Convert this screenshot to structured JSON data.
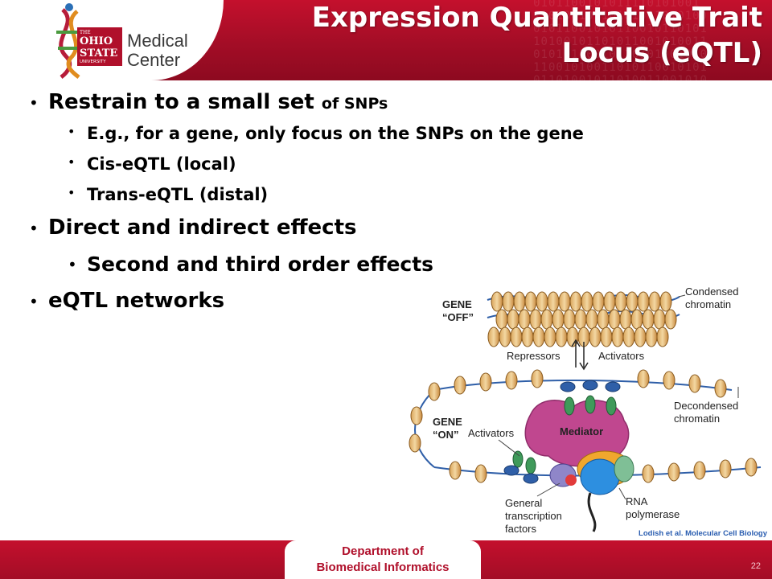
{
  "slide": {
    "title_line1": "Expression Quantitative Trait",
    "title_line2": "Locus (eQTL)",
    "page_number": "22"
  },
  "logo": {
    "the": "THE",
    "ohio": "OHIO",
    "state": "STATE",
    "university": "UNIVERSITY",
    "medical": "Medical",
    "center": "Center"
  },
  "bullets": {
    "b1_main": "Restrain to a small set ",
    "b1_small": "of SNPs",
    "b1_sub1": "E.g., for a gene, only focus on the SNPs on the gene",
    "b1_sub2": "Cis-eQTL (local)",
    "b1_sub3": "Trans-eQTL (distal)",
    "b2_main": "Direct and indirect effects",
    "b2_sub1": "Second and third order effects",
    "b3_main": "eQTL networks"
  },
  "figure": {
    "gene_off_1": "GENE",
    "gene_off_2": "“OFF”",
    "condensed_1": "Condensed",
    "condensed_2": "chromatin",
    "repressors": "Repressors",
    "activators_top": "Activators",
    "gene_on_1": "GENE",
    "gene_on_2": "“ON”",
    "activators_mid": "Activators",
    "mediator": "Mediator",
    "decondensed_1": "Decondensed",
    "decondensed_2": "chromatin",
    "general_1": "General",
    "general_2": "transcription",
    "general_3": "factors",
    "rna_1": "RNA",
    "rna_2": "polymerase",
    "credit": "Lodish et al. Molecular Cell Biology"
  },
  "footer": {
    "line1": "Department of",
    "line2": "Biomedical Informatics"
  },
  "colors": {
    "brand_red": "#b0102b",
    "credit_blue": "#2a5db0"
  }
}
